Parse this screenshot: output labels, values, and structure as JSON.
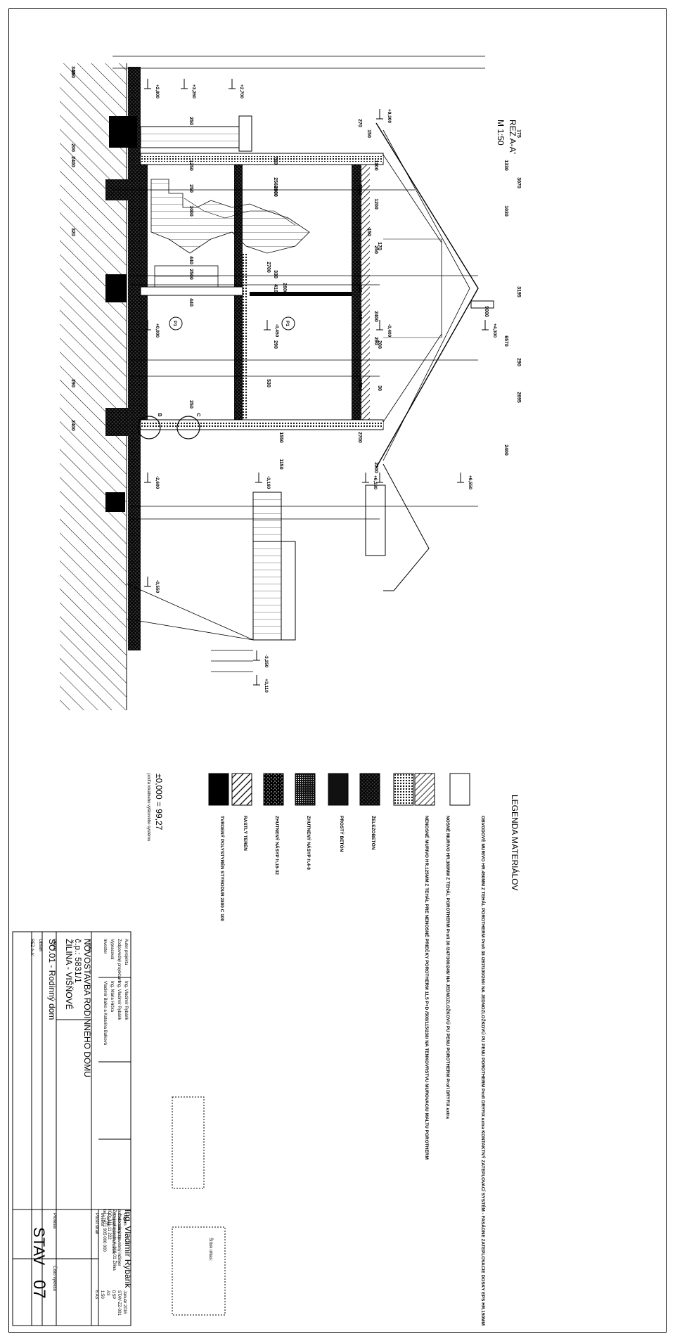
{
  "title": "REZ A-A'",
  "scale": "M 1:50",
  "top_dimensions": {
    "overall": "9000",
    "segments": [
      "340",
      "150",
      "2400",
      "200",
      "320",
      "290",
      "2400"
    ]
  },
  "mid_dimensions": {
    "row1": [
      "250",
      "1250",
      "250",
      "1000",
      "440",
      "2500",
      "440",
      "250"
    ],
    "row2": [
      "530",
      "2700",
      "1550",
      "1150"
    ],
    "row3": [
      "330",
      "2600",
      "2600",
      "290",
      "410",
      "2560",
      "2960",
      "760"
    ],
    "row4": [
      "530",
      "2700",
      "2200",
      "300",
      "30"
    ],
    "row5": [
      "270",
      "150",
      "2410",
      "1100",
      "1200",
      "410",
      "2600",
      "150",
      "250",
      "2400",
      "290",
      "170",
      "200"
    ],
    "row6": [
      "1330",
      "1030",
      "6570",
      "175",
      "3070",
      "3195",
      "290",
      "2695",
      "2400"
    ]
  },
  "levels": [
    "+9,300",
    "+3,260",
    "+2,800",
    "+2,700",
    "+0,000",
    "-0,450",
    "-0,400",
    "-2,600",
    "-3,160",
    "-3,250",
    "+3,110",
    "+4,300",
    "-0,550",
    "+6,180",
    "+6,550"
  ],
  "room_labels": [
    "P1",
    "P1"
  ],
  "detail_marks": [
    "B",
    "C"
  ],
  "legend": {
    "title": "LEGENDA MATERIÁLOV",
    "items": [
      {
        "pattern": "blank",
        "text": "OBVODOVÉ MURIVO HR.450MM Z TEHÁL POROTHERM Profi 38 /267/100/260/ NA JEDNOZLOŽKOVÚ PU PENU POROTHERM Profi DRYFIX extra KONTAKTNÝ ZATEPLOVACÍ SYSTÉM - FASÁDNE ZATEPLOVACIE DOSKY EPS HR.150MM"
      },
      {
        "pattern": "hatch",
        "text": "NOSNÉ MURIVO HR.380MM Z TEHÁL POROTHERM Profi 30 /247/300/249/ NA JEDNOZLOŽKOVÚ PU PENU POROTHERM Profi DRYFIX extra"
      },
      {
        "pattern": "dots",
        "text": "NENOSNÉ MURIVO HR.125MM Z TEHÁL PRE NENOSNÉ PRIEČKY POROTHERM 11,5 P+D /500/115/238/ NA TENKOVRSTVU MUROVACIU MALTU POROTHERM"
      },
      {
        "pattern": "cross",
        "text": "ŽELEZOBETÓN"
      },
      {
        "pattern": "solid",
        "text": "PROSTÝ BETÓN"
      },
      {
        "pattern": "fine",
        "text": "ZHUTNENÝ NÁSYP fr.4-8"
      },
      {
        "pattern": "speckle",
        "text": "ZHUTNENÝ NÁSYP fr.16-32"
      },
      {
        "pattern": "diag",
        "text": "RASTLÝ TERÉN"
      },
      {
        "pattern": "black",
        "text": "TVRDENÝ POLYSTYRÉN STYRODUR 2800 C 100"
      }
    ]
  },
  "reference": {
    "elevation": "±0,000 = 99,27",
    "note": "podľa lokálneho výškového systému"
  },
  "stamp_label": "Štítok ohlas:",
  "title_block": {
    "company": "Ing. Vladimír Rybárik",
    "company_sub": [
      "autorizovaný stavebný inžinier",
      "Zemánska cesta 4, 010 01 Žilina",
      "IČO: 111 11 222",
      "tel.: +421 905 000 000"
    ],
    "rows": [
      {
        "label": "Autor projektu",
        "value": "Ing. Vladimír Rybárik"
      },
      {
        "label": "Zodpovedný projektant",
        "value": "Ing. Vladimír Rybárik"
      },
      {
        "label": "Vypracoval",
        "value": "Ing. Mária Hrčka"
      },
      {
        "label": "Investor",
        "value": "Vladimír Balko a Katarína Balková"
      }
    ],
    "stavba_label": "Stavba",
    "stavba": [
      "NOVOSTAVBA RODINNÉHO DOMU",
      "č.p.: 5831/1",
      "ŽILINA - VIŠŇOVÉ"
    ],
    "objekt_label": "Objekt",
    "objekt": "SO.01 - Rodinný dom",
    "obsah_label": "Obsah",
    "obsah": "REZ A-A'",
    "meta": [
      {
        "label": "Dátum",
        "value": "Január 2016"
      },
      {
        "label": "Číslo zákazky",
        "value": "STAV-ZZ-001"
      },
      {
        "label": "Stupeň dokumentácie",
        "value": "DSP"
      },
      {
        "label": "Formát",
        "value": "A3"
      },
      {
        "label": "Mierka",
        "value": "1:50"
      },
      {
        "label": "Počet strán",
        "value": "6 A3"
      }
    ],
    "profesia_label": "Profesia",
    "profesia": "STAV",
    "cislo_label": "Číslo výkresu",
    "cislo": "07"
  }
}
